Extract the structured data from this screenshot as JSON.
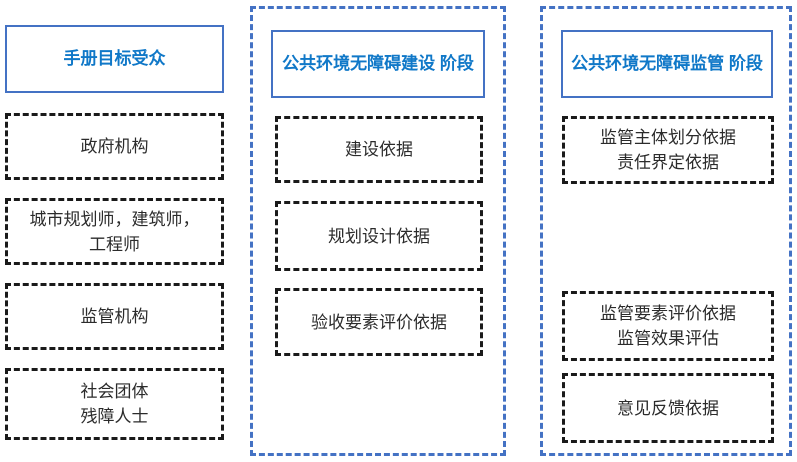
{
  "diagram": {
    "type": "three-column-flow",
    "accent_color": "#4472C4",
    "title_text_color": "#1078C8",
    "item_border_color": "#1A1A1A",
    "background": "#FFFFFF",
    "columns": [
      {
        "id": "audience",
        "header": "手册目标受众",
        "header_border_style": "solid",
        "container_border_style": "none",
        "items": [
          "政府机构",
          "城市规划师，建筑师，\n工程师",
          "监管机构",
          "社会团体\n残障人士"
        ]
      },
      {
        "id": "construction-phase",
        "header": "公共环境无障碍建设\n阶段",
        "header_border_style": "solid",
        "container_border_style": "dashed",
        "items": [
          "建设依据",
          "规划设计依据",
          "验收要素评价依据"
        ]
      },
      {
        "id": "supervision-phase",
        "header": "公共环境无障碍监管\n阶段",
        "header_border_style": "solid",
        "container_border_style": "dashed",
        "items": [
          "监管主体划分依据\n责任界定依据",
          "监管要素评价依据\n监管效果评估",
          "意见反馈依据"
        ]
      }
    ]
  }
}
